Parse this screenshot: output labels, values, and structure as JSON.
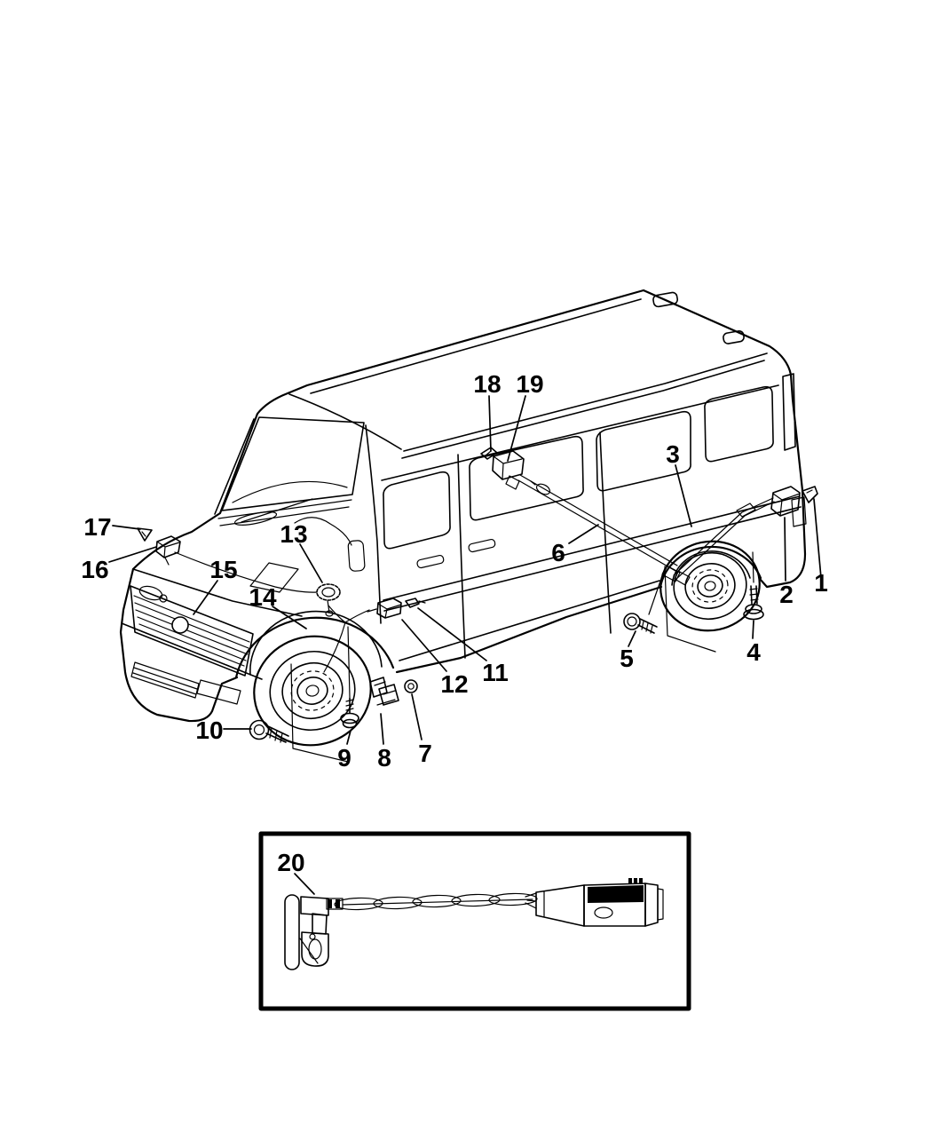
{
  "page": {
    "background_color": "#ffffff",
    "line_color": "#000000"
  },
  "diagram": {
    "callouts": [
      "1",
      "2",
      "3",
      "4",
      "5",
      "6",
      "7",
      "8",
      "9",
      "10",
      "11",
      "12",
      "13",
      "14",
      "15",
      "16",
      "17",
      "18",
      "19",
      "20"
    ]
  }
}
